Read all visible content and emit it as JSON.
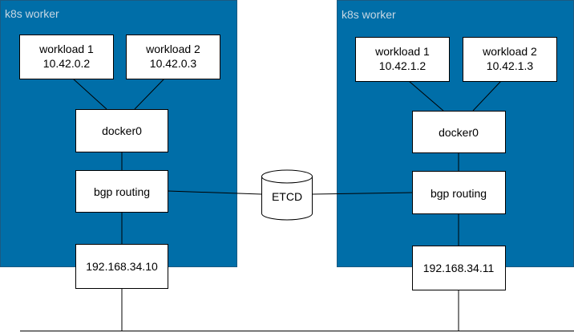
{
  "colors": {
    "worker_fill": "#006ea8",
    "worker_label": "#c7d7e3",
    "box_fill": "#ffffff",
    "line": "#000000"
  },
  "workers": [
    {
      "label": "k8s worker",
      "workload1": {
        "name": "workload 1",
        "ip": "10.42.0.2"
      },
      "workload2": {
        "name": "workload 2",
        "ip": "10.42.0.3"
      },
      "bridge": "docker0",
      "routing": "bgp routing",
      "host_ip": "192.168.34.10"
    },
    {
      "label": "k8s worker",
      "workload1": {
        "name": "workload 1",
        "ip": "10.42.1.2"
      },
      "workload2": {
        "name": "workload 2",
        "ip": "10.42.1.3"
      },
      "bridge": "docker0",
      "routing": "bgp routing",
      "host_ip": "192.168.34.11"
    }
  ],
  "etcd": {
    "label": "ETCD"
  }
}
